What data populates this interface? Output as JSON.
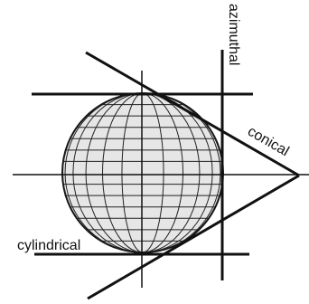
{
  "labels": {
    "azimuthal": "azimuthal",
    "conical": "conical",
    "cylindrical": "cylindrical"
  },
  "colors": {
    "line": "#111111",
    "globe_fill": "#e6e6e6",
    "background": "#ffffff"
  }
}
